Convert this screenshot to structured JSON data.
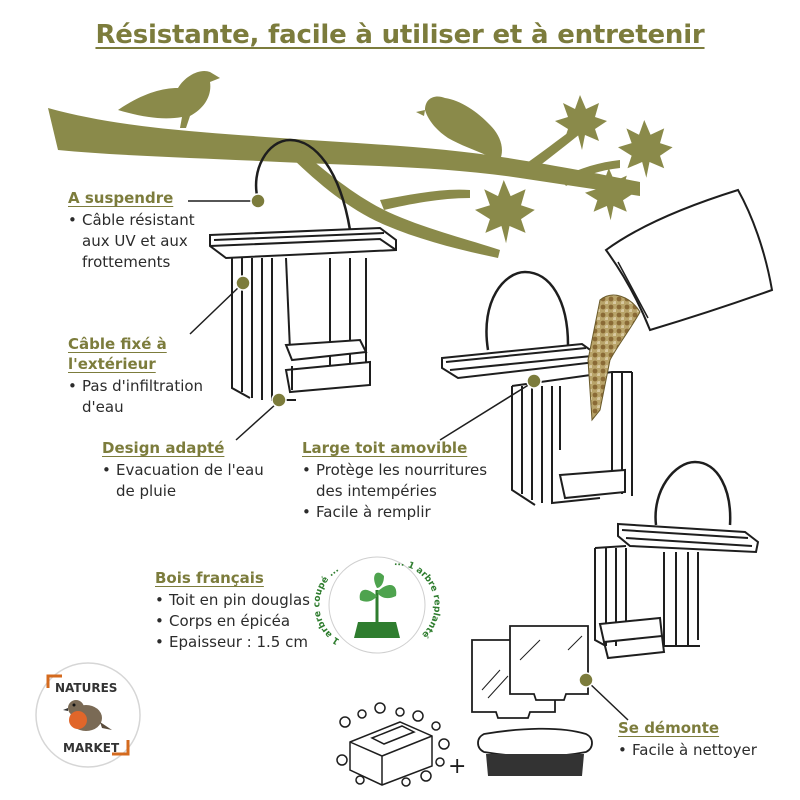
{
  "title": "Résistante, facile à utiliser et à entretenir",
  "features": {
    "suspend": {
      "heading": "A suspendre",
      "points": [
        "Câble résistant",
        "aux UV et aux",
        "frottements"
      ]
    },
    "cable": {
      "heading_line1": "Câble fixé à",
      "heading_line2": "l'extérieur",
      "points": [
        "Pas d'infiltration",
        "d'eau"
      ]
    },
    "design": {
      "heading": "Design adapté",
      "points": [
        "Evacuation de l'eau",
        "de pluie"
      ]
    },
    "roof": {
      "heading": "Large toit amovible",
      "points": [
        "Protège les nourritures",
        "des intempéries",
        "Facile à remplir"
      ]
    },
    "wood": {
      "heading": "Bois français",
      "points": [
        "Toit en pin douglas",
        "Corps en épicéa",
        "Epaisseur : 1.5 cm"
      ]
    },
    "dismantle": {
      "heading": "Se démonte",
      "points": [
        "Facile à nettoyer"
      ]
    }
  },
  "badge": {
    "text_left": "1 arbre coupé ...",
    "text_right": "... 1 arbre replanté"
  },
  "logo": {
    "line1": "NATURES",
    "line2": "MARKET"
  },
  "plus_sign": "+",
  "colors": {
    "olive": "#7c7c3c",
    "branch": "#8a8a4a",
    "text": "#2b2b2b",
    "badge_green": "#2f7d2f"
  }
}
